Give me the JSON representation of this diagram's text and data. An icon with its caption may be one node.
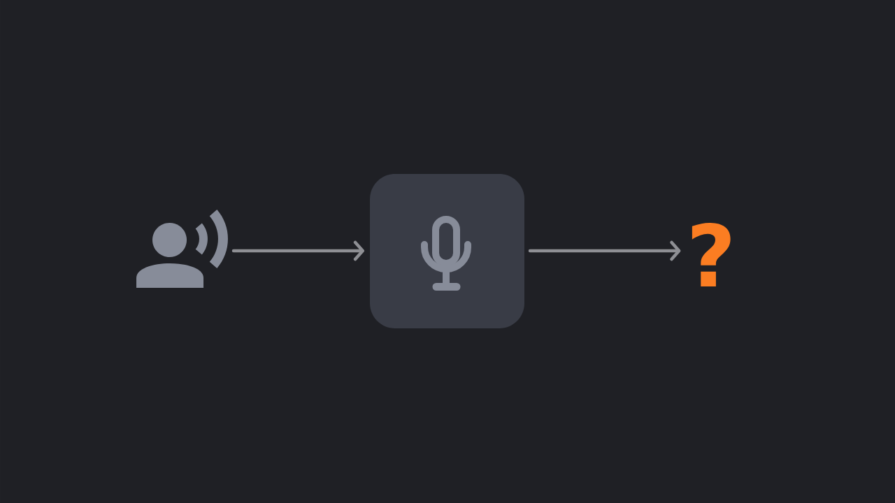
{
  "diagram": {
    "nodes": [
      {
        "text": [],
        "shape": "person"
      },
      {
        "text": [],
        "shape": "box"
      },
      {
        "text": [
          "?"
        ]
      }
    ],
    "edges": [
      {
        "from": 0,
        "to": 1,
        "arrow": "to"
      },
      {
        "from": 1,
        "to": 2,
        "arrow": "to"
      }
    ]
  }
}
